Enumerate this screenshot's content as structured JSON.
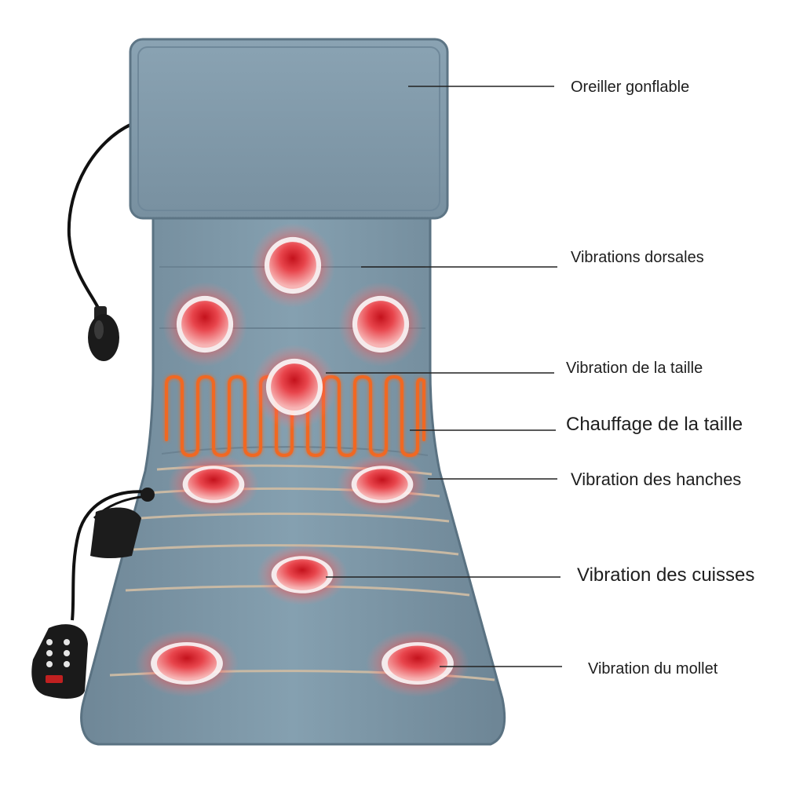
{
  "product": {
    "colors": {
      "mat": "#7f98a8",
      "mat_dark": "#5f7787",
      "piping": "#c8b9a4",
      "heat_node": "#e0262f",
      "heater_wire": "#f06820",
      "controller": "#1a1a1a"
    },
    "labels": [
      {
        "id": "pillow",
        "text": "Oreiller gonflable"
      },
      {
        "id": "back",
        "text": "Vibrations dorsales"
      },
      {
        "id": "waist",
        "text": "Vibration de la taille"
      },
      {
        "id": "heating",
        "text": "Chauffage de la taille"
      },
      {
        "id": "hips",
        "text": "Vibration des hanches"
      },
      {
        "id": "thighs",
        "text": "Vibration des cuisses"
      },
      {
        "id": "calves",
        "text": "Vibration du mollet"
      }
    ]
  }
}
